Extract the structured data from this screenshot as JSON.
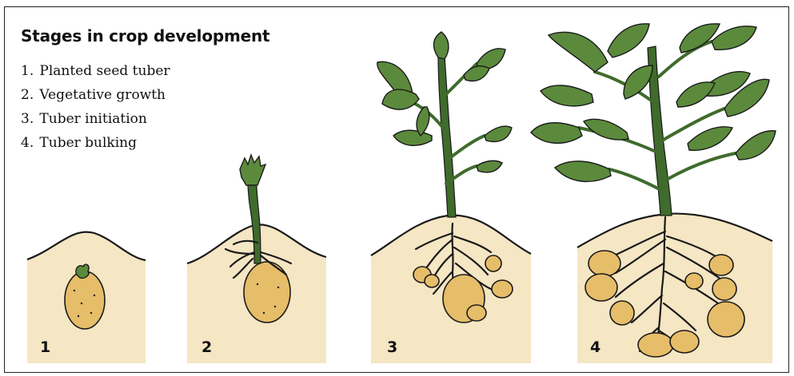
{
  "title": "Stages in crop development",
  "stages": [
    {
      "number": "1.",
      "label": "Planted seed tuber",
      "marker": "1"
    },
    {
      "number": "2.",
      "label": "Vegetative growth",
      "marker": "2"
    },
    {
      "number": "3.",
      "label": "Tuber initiation",
      "marker": "3"
    },
    {
      "number": "4.",
      "label": "Tuber bulking",
      "marker": "4"
    }
  ],
  "colors": {
    "soil": "#f5e6c4",
    "tuber": "#e6bd69",
    "leaf": "#5b8a3c",
    "stem": "#3f6b2c",
    "outline": "#1a1a1a",
    "root": "#ffffff"
  }
}
